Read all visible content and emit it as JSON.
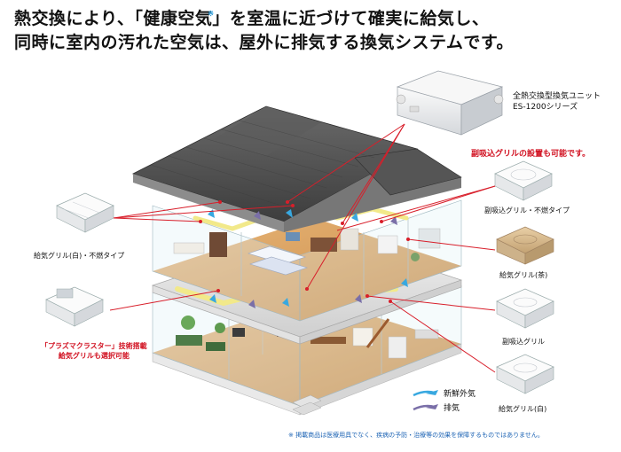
{
  "headline": {
    "line1_pre": "熱交換により、「",
    "line1_mark": "健康空気",
    "line1_star": "※",
    "line1_post": "」を室温に近づけて確実に給気し、",
    "line2": "同時に室内の汚れた空気は、屋外に排気する換気システムです。"
  },
  "unit": {
    "line1": "全熱交換型換気ユニット",
    "line2": "ES-1200シリーズ"
  },
  "sub_intake_note": "副吸込グリルの設置も可能です。",
  "grilles": {
    "supply_white_noncombustible": "給気グリル(白)・不燃タイプ",
    "plasma_line1": "「プラズマクラスター」技術搭載",
    "plasma_line2": "給気グリルも選択可能",
    "sub_intake_noncombustible": "副吸込グリル・不燃タイプ",
    "supply_brown": "給気グリル(茶)",
    "sub_intake": "副吸込グリル",
    "supply_white": "給気グリル(白)"
  },
  "legend": {
    "fresh_air": "新鮮外気",
    "exhaust": "排気"
  },
  "footnote": "※ 掲載商品は医療用具でなく、疾病の予防・治療等の効果を保障するものではありません。",
  "colors": {
    "leader_line": "#d81e2a",
    "duct": "#f2e98a",
    "fresh_arrow": "#38a8e0",
    "exhaust_arrow": "#7a6fa8",
    "roof": "#4f4f4f",
    "floor": "#d9a263",
    "note_red": "#d10f1f",
    "footnote_blue": "#1c63b4"
  }
}
